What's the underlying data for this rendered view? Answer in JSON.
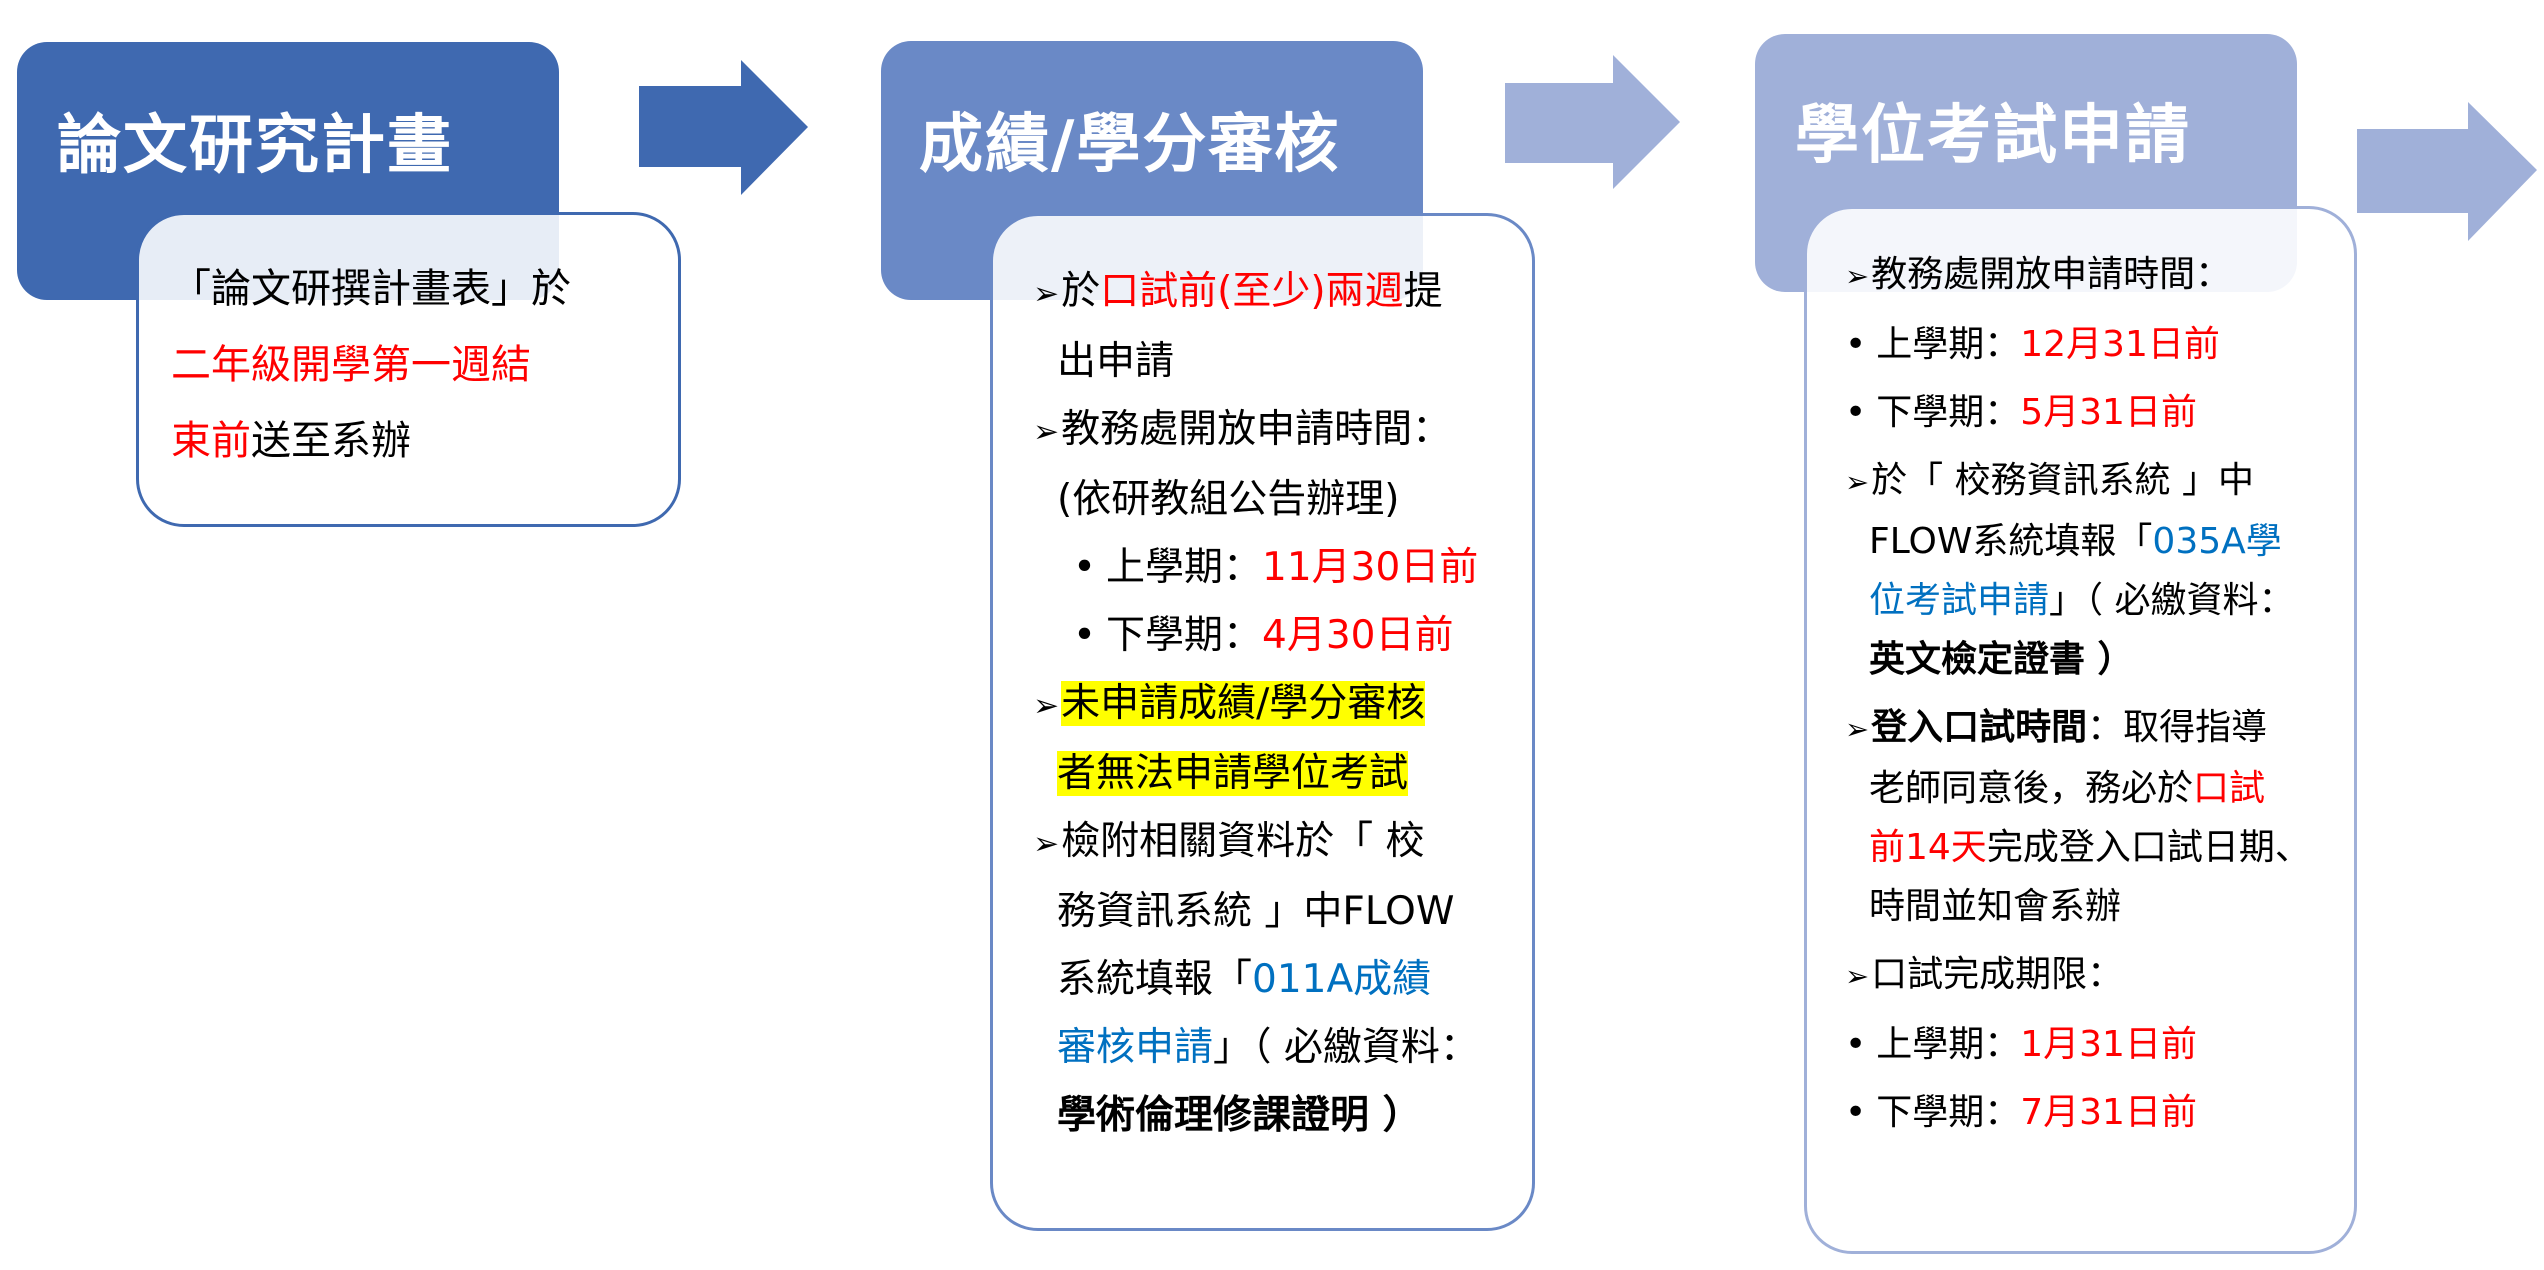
{
  "steps": [
    {
      "title": "論文研究計畫",
      "color": "#3F69B0",
      "text": {
        "l1": "「論文研撰計畫表」於",
        "l2": "二年級開學第一週結",
        "l3a": "束前",
        "l3b": "送至系辦"
      }
    },
    {
      "title": "成績/學分審核",
      "color": "#6A89C6",
      "text": {
        "i1a": "於",
        "i1b": "口試前(至少)兩週",
        "i1c": "提",
        "i1d": "出申請",
        "i2a": "教務處開放申請時間：",
        "i2b": "(依研教組公告辦理)",
        "s1a": "上學期：",
        "s1b": "11月30日前",
        "s2a": "下學期：",
        "s2b": "4月30日前",
        "i3a": "未申請成績/學分審核",
        "i3b": "者無法申請學位考試",
        "i4a": "檢附相關資料於「 校",
        "i4b": "務資訊系統 」中FLOW",
        "i4c": "系統填報「",
        "i4d": "011A成績",
        "i4e": "審核申請",
        "i4f": "」（ 必繳資料：",
        "i4g": "學術倫理修課證明 ）"
      }
    },
    {
      "title": "學位考試申請",
      "color": "#A0B0D9",
      "text": {
        "i1": "教務處開放申請時間：",
        "s1a": "上學期：",
        "s1b": "12月31日前",
        "s2a": "下學期：",
        "s2b": "5月31日前",
        "i2a": "於「 校務資訊系統 」中",
        "i2b": "FLOW系統填報「",
        "i2c": "035A學",
        "i2d": "位考試申請",
        "i2e": "」（ 必繳資料：",
        "i2f": "英文檢定證書 ）",
        "i3a": "登入口試時間",
        "i3b": "：取得指導",
        "i3c": "老師同意後，務必於",
        "i3d": "口試",
        "i3e": "前14天",
        "i3f": "完成登入口試日期、",
        "i3g": "時間並知會系辦",
        "i4": "口試完成期限：",
        "s3a": "上學期：",
        "s3b": "1月31日前",
        "s4a": "下學期：",
        "s4b": "7月31日前"
      }
    }
  ],
  "symbols": {
    "arrow_bullet": "➢",
    "dot_bullet": "•"
  },
  "colors": {
    "arrow1": "#3F69B0",
    "arrow2": "#A0B0D9",
    "arrow3": "#A0B0D9",
    "emphasis": "#FF0000",
    "link": "#0070C0",
    "highlight": "#FFFF00"
  }
}
